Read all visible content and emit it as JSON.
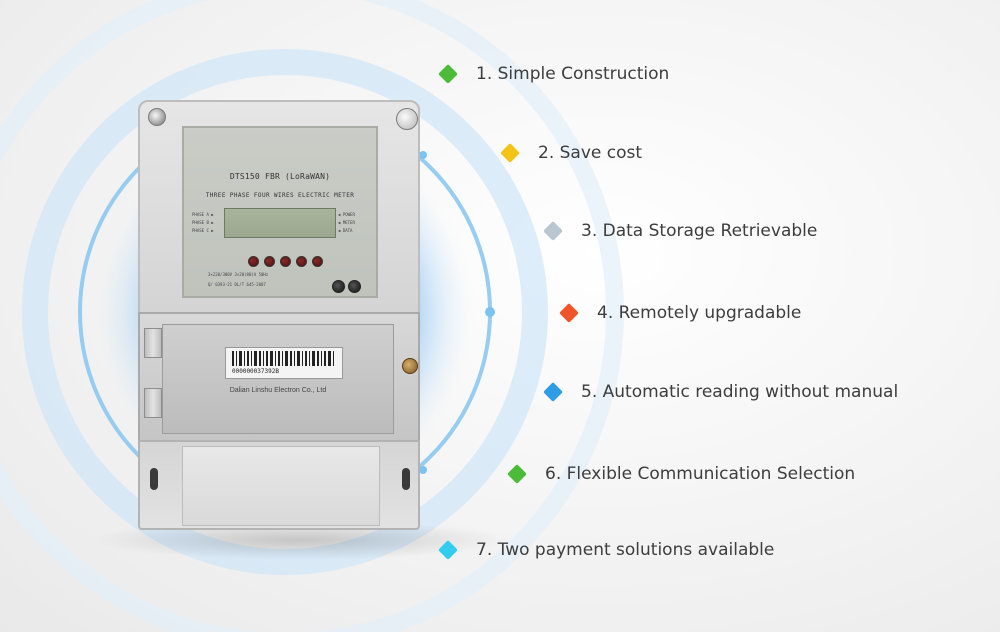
{
  "meter": {
    "model": "DTS150 FBR (LoRaWAN)",
    "subtitle": "THREE PHASE FOUR WIRES ELECTRIC METER",
    "company": "Dalian Linshu Electron Co., Ltd",
    "barcode_number": "000000037392B"
  },
  "features": [
    {
      "label": "1. Simple Construction",
      "color": "#4cbb3a"
    },
    {
      "label": "2. Save cost",
      "color": "#f2c418"
    },
    {
      "label": "3. Data Storage Retrievable",
      "color": "#b9c6d2"
    },
    {
      "label": "4. Remotely upgradable",
      "color": "#f0552a"
    },
    {
      "label": "5. Automatic reading without manual",
      "color": "#2e9de6"
    },
    {
      "label": "6. Flexible Communication Selection",
      "color": "#4cbb3a"
    },
    {
      "label": "7. Two payment solutions available",
      "color": "#33ccee"
    }
  ]
}
